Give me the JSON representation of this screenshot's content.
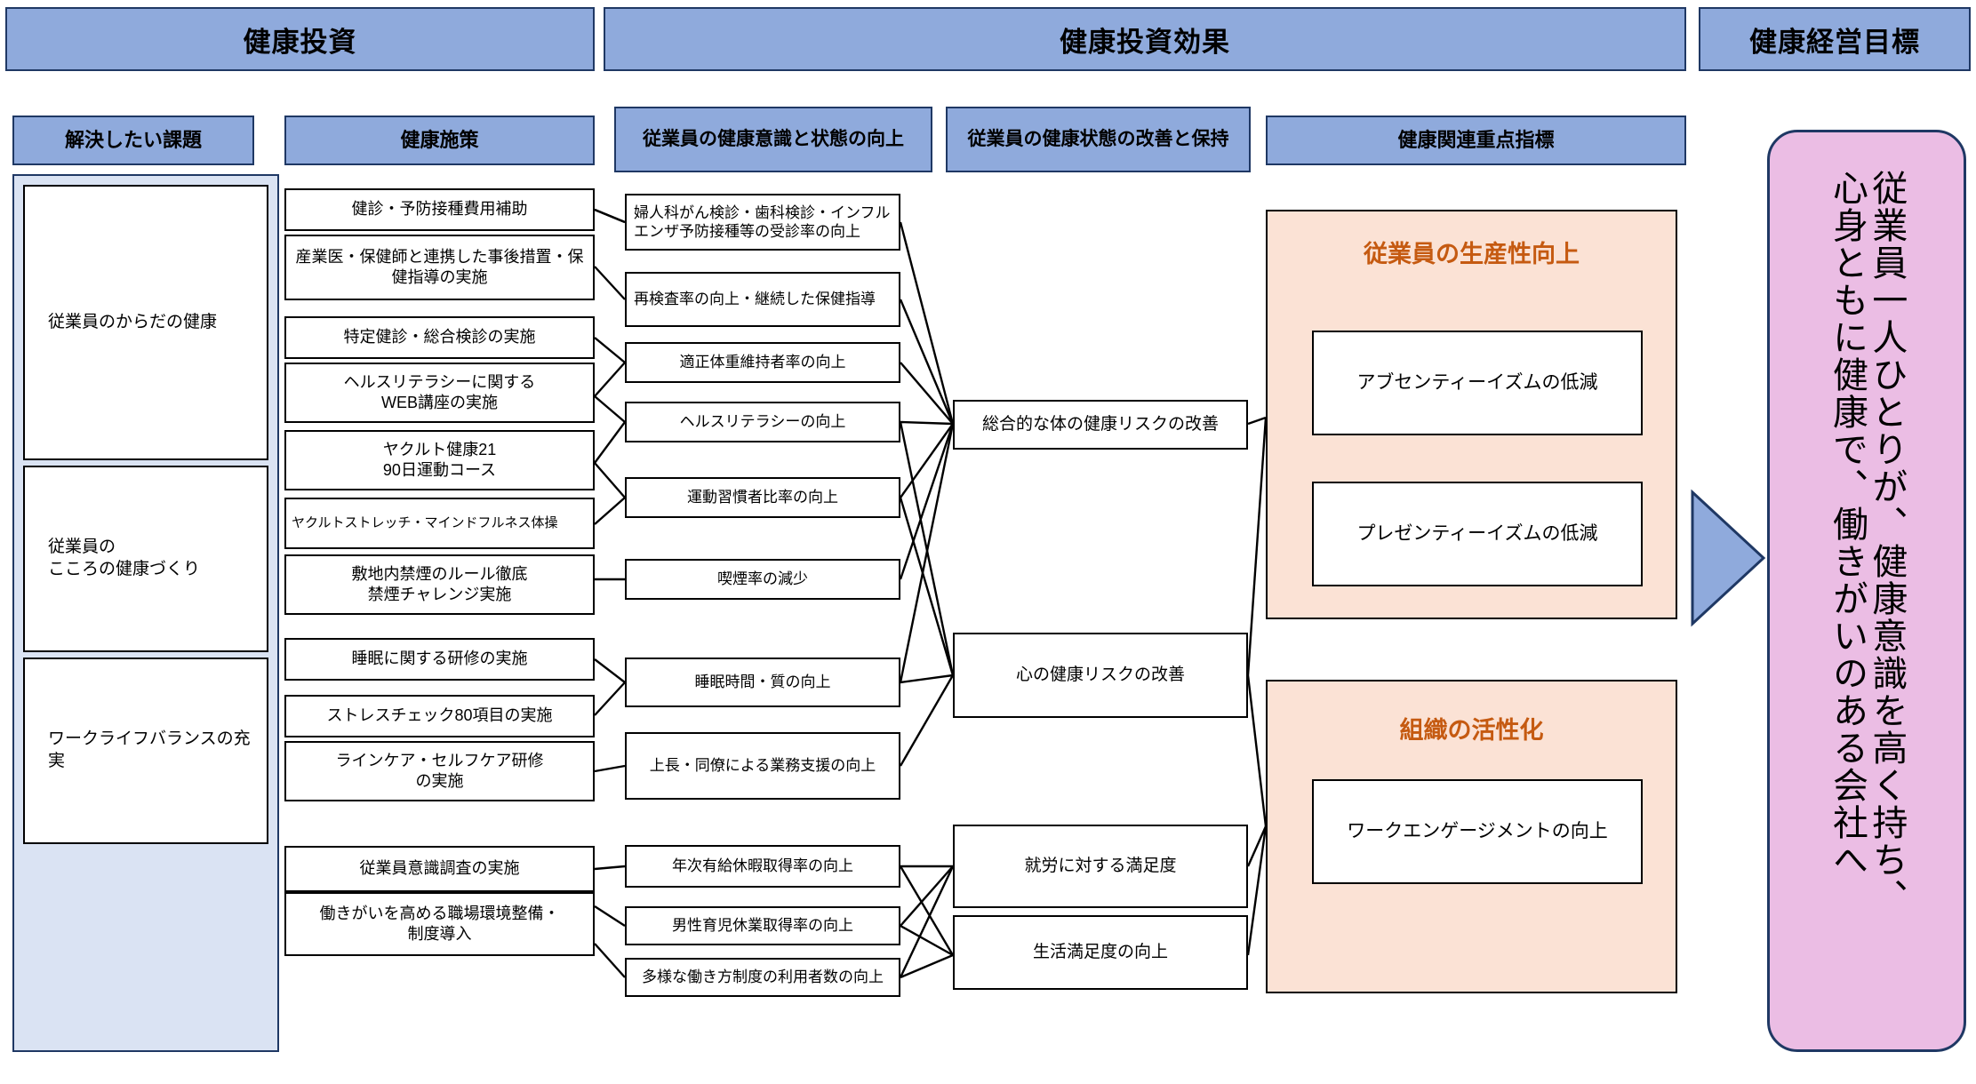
{
  "banners": [
    {
      "id": "health-investment",
      "label": "健康投資"
    },
    {
      "id": "health-investment-effect",
      "label": "健康投資効果"
    },
    {
      "id": "health-management-goal",
      "label": "健康経営目標"
    }
  ],
  "column_headers": [
    {
      "id": "issues",
      "label": "解決したい課題"
    },
    {
      "id": "measures",
      "label": "健康施策"
    },
    {
      "id": "awareness",
      "label": "従業員の健康意識と状態の向上"
    },
    {
      "id": "state",
      "label": "従業員の健康状態の改善と保持"
    },
    {
      "id": "kpi",
      "label": "健康関連重点指標"
    }
  ],
  "issues": [
    {
      "id": "body-health",
      "label": "従業員のからだの健康"
    },
    {
      "id": "mind-health",
      "label": "従業員の\nこころの健康づくり"
    },
    {
      "id": "work-life-balance",
      "label": "ワークライフバランスの充実"
    }
  ],
  "measures": [
    {
      "id": "m1",
      "label": "健診・予防接種費用補助"
    },
    {
      "id": "m2",
      "label": "産業医・保健師と連携した事後措置・保健指導の実施"
    },
    {
      "id": "m3",
      "label": "特定健診・総合検診の実施"
    },
    {
      "id": "m4",
      "label": "ヘルスリテラシーに関する\nWEB講座の実施"
    },
    {
      "id": "m5",
      "label": "ヤクルト健康21\n90日運動コース"
    },
    {
      "id": "m6",
      "label": "ヤクルトストレッチ・マインドフルネス体操"
    },
    {
      "id": "m7",
      "label": "敷地内禁煙のルール徹底\n禁煙チャレンジ実施"
    },
    {
      "id": "m8",
      "label": "睡眠に関する研修の実施"
    },
    {
      "id": "m9",
      "label": "ストレスチェック80項目の実施"
    },
    {
      "id": "m10",
      "label": "ラインケア・セルフケア研修\nの実施"
    },
    {
      "id": "m11",
      "label": "従業員意識調査の実施"
    },
    {
      "id": "m12",
      "label": "働きがいを高める職場環境整備・\n制度導入"
    }
  ],
  "awareness": [
    {
      "id": "a1",
      "label": "婦人科がん検診・歯科検診・インフルエンザ予防接種等の受診率の向上"
    },
    {
      "id": "a2",
      "label": "再検査率の向上・継続した保健指導"
    },
    {
      "id": "a3",
      "label": "適正体重維持者率の向上"
    },
    {
      "id": "a4",
      "label": "ヘルスリテラシーの向上"
    },
    {
      "id": "a5",
      "label": "運動習慣者比率の向上"
    },
    {
      "id": "a6",
      "label": "喫煙率の減少"
    },
    {
      "id": "a7",
      "label": "睡眠時間・質の向上"
    },
    {
      "id": "a8",
      "label": "上長・同僚による業務支援の向上"
    },
    {
      "id": "a9",
      "label": "年次有給休暇取得率の向上"
    },
    {
      "id": "a10",
      "label": "男性育児休業取得率の向上"
    },
    {
      "id": "a11",
      "label": "多様な働き方制度の利用者数の向上"
    }
  ],
  "state": [
    {
      "id": "s1",
      "label": "総合的な体の健康リスクの改善"
    },
    {
      "id": "s2",
      "label": "心の健康リスクの改善"
    },
    {
      "id": "s3",
      "label": "就労に対する満足度"
    },
    {
      "id": "s4",
      "label": "生活満足度の向上"
    }
  ],
  "kpi_groups": [
    {
      "id": "productivity",
      "title": "従業員の生産性向上",
      "items": [
        {
          "id": "k1",
          "label": "アブセンティーイズムの低減"
        },
        {
          "id": "k2",
          "label": "プレゼンティーイズムの低減"
        }
      ]
    },
    {
      "id": "organization",
      "title": "組織の活性化",
      "items": [
        {
          "id": "k3",
          "label": "ワークエンゲージメントの向上"
        }
      ]
    }
  ],
  "goal": {
    "line1": "従業員一人ひとりが、健康意識を高く持ち、",
    "line2": "心身ともに健康で、働きがいのある会社へ"
  },
  "colors": {
    "header_blue": "#8FAADC",
    "header_border": "#1F3864",
    "tray_blue": "#DAE3F3",
    "panel_orange": "#FBE2D5",
    "title_orange": "#C55A11",
    "goal_pink": "#EBBDE4",
    "arrow_blue": "#8FAADC",
    "box_border": "#000000"
  },
  "arrow": {
    "id": "right-arrow",
    "direction": "right"
  }
}
